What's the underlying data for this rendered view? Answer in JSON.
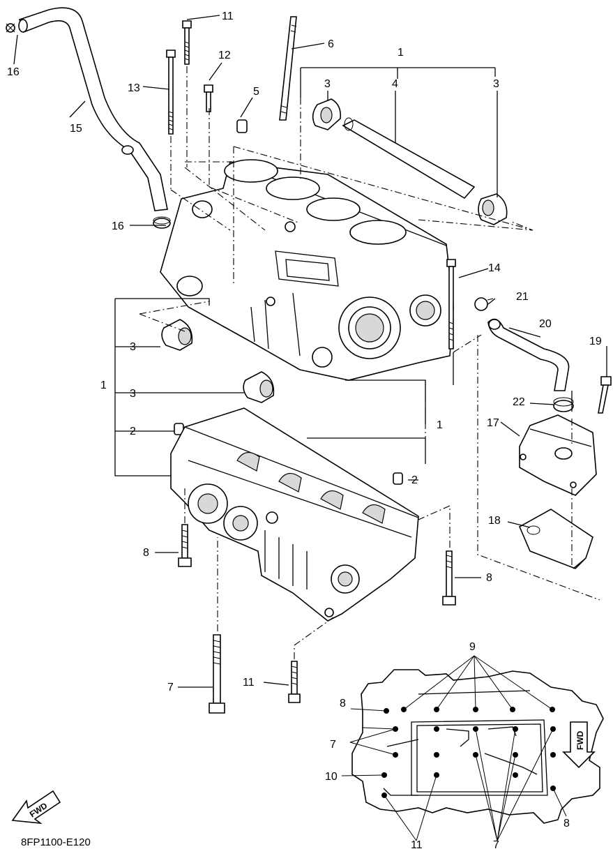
{
  "diagram_code": "8FP1100-E120",
  "fwd_marks": [
    "FWD",
    "FWD"
  ],
  "labels": {
    "l1a": "1",
    "l1b": "1",
    "l1c": "1",
    "l2a": "2",
    "l2b": "2",
    "l3a": "3",
    "l3b": "3",
    "l3c": "3",
    "l3d": "3",
    "l4": "4",
    "l5": "5",
    "l6": "6",
    "l7a": "7",
    "l7b": "7",
    "l7c": "7",
    "l8a": "8",
    "l8b": "8",
    "l8c": "8",
    "l8d": "8",
    "l9": "9",
    "l10": "10",
    "l11a": "11",
    "l11b": "11",
    "l11c": "11",
    "l12": "12",
    "l13": "13",
    "l14": "14",
    "l15": "15",
    "l16a": "16",
    "l16b": "16",
    "l17": "17",
    "l18": "18",
    "l19": "19",
    "l20": "20",
    "l21": "21",
    "l22": "22"
  }
}
